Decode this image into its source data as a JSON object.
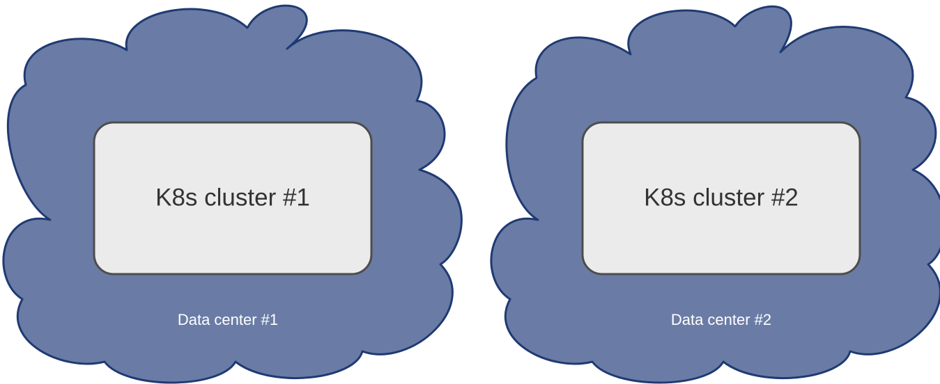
{
  "colors": {
    "cloud_fill": "#6a7ca5",
    "cloud_stroke": "#1f3a73",
    "cluster_fill": "#ebebeb",
    "cluster_stroke": "#4d4d4d",
    "cluster_text": "#333333",
    "dc_text": "#ffffff"
  },
  "data_centers": [
    {
      "label": "Data center #1",
      "cluster": {
        "label": "K8s cluster #1"
      }
    },
    {
      "label": "Data center #2",
      "cluster": {
        "label": "K8s cluster #2"
      }
    }
  ]
}
